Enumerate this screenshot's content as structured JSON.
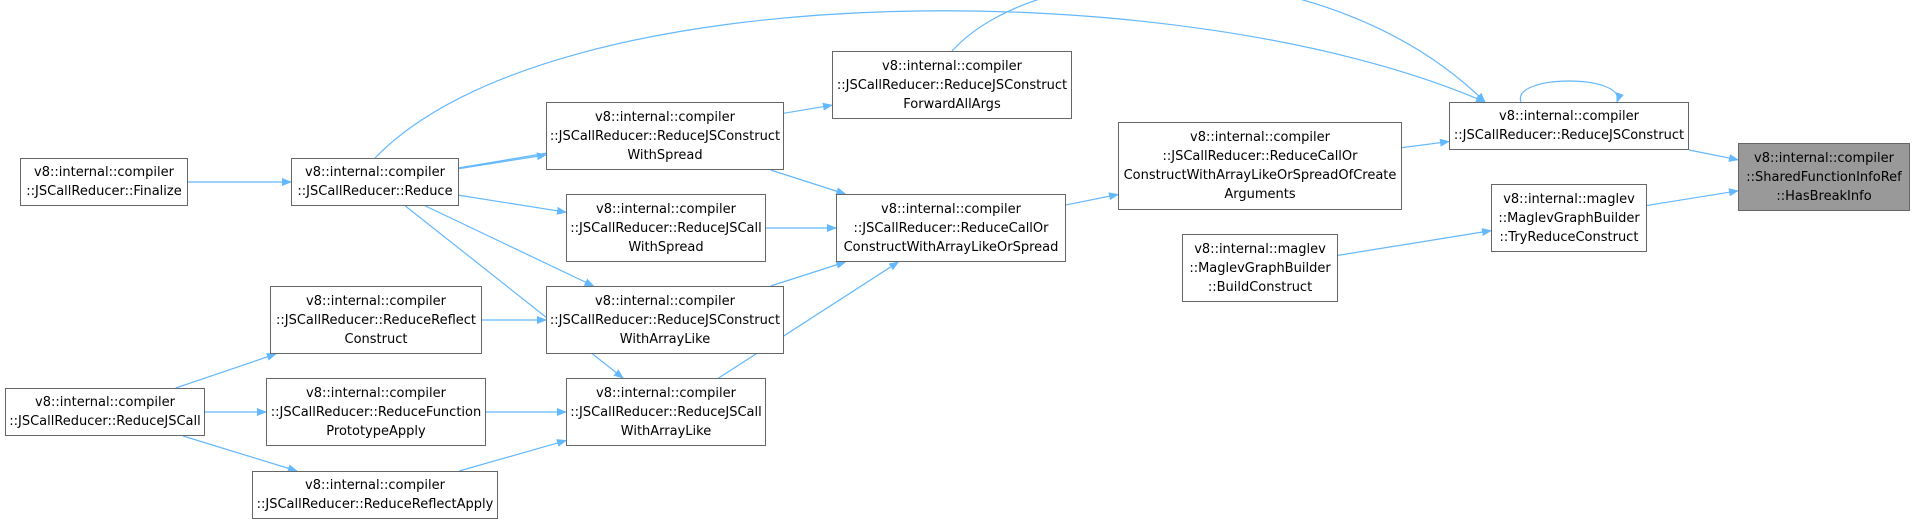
{
  "colors": {
    "edge": "#63b8ff",
    "node_border": "#666666",
    "target_fill": "#999999",
    "node_fill": "#ffffff"
  },
  "nodes": [
    {
      "id": "target",
      "lines": [
        "v8::internal::compiler",
        "::SharedFunctionInfoRef",
        "::HasBreakInfo"
      ]
    },
    {
      "id": "reduce_js_construct",
      "lines": [
        "v8::internal::compiler",
        "::JSCallReducer::ReduceJSConstruct"
      ]
    },
    {
      "id": "try_reduce_construct",
      "lines": [
        "v8::internal::maglev",
        "::MaglevGraphBuilder",
        "::TryReduceConstruct"
      ]
    },
    {
      "id": "reduce_js_construct_forward",
      "lines": [
        "v8::internal::compiler",
        "::JSCallReducer::ReduceJSConstruct",
        "ForwardAllArgs"
      ]
    },
    {
      "id": "reduce_call_or_construct_create_args",
      "lines": [
        "v8::internal::compiler",
        "::JSCallReducer::ReduceCallOr",
        "ConstructWithArrayLikeOrSpreadOfCreate",
        "Arguments"
      ]
    },
    {
      "id": "build_construct",
      "lines": [
        "v8::internal::maglev",
        "::MaglevGraphBuilder",
        "::BuildConstruct"
      ]
    },
    {
      "id": "reduce_call_or_construct_spread",
      "lines": [
        "v8::internal::compiler",
        "::JSCallReducer::ReduceCallOr",
        "ConstructWithArrayLikeOrSpread"
      ]
    },
    {
      "id": "reduce_js_construct_with_spread",
      "lines": [
        "v8::internal::compiler",
        "::JSCallReducer::ReduceJSConstruct",
        "WithSpread"
      ]
    },
    {
      "id": "reduce_js_call_with_spread",
      "lines": [
        "v8::internal::compiler",
        "::JSCallReducer::ReduceJSCall",
        "WithSpread"
      ]
    },
    {
      "id": "reduce_js_construct_with_array_like",
      "lines": [
        "v8::internal::compiler",
        "::JSCallReducer::ReduceJSConstruct",
        "WithArrayLike"
      ]
    },
    {
      "id": "reduce_js_call_with_array_like",
      "lines": [
        "v8::internal::compiler",
        "::JSCallReducer::ReduceJSCall",
        "WithArrayLike"
      ]
    },
    {
      "id": "reduce",
      "lines": [
        "v8::internal::compiler",
        "::JSCallReducer::Reduce"
      ]
    },
    {
      "id": "finalize",
      "lines": [
        "v8::internal::compiler",
        "::JSCallReducer::Finalize"
      ]
    },
    {
      "id": "reduce_reflect_construct",
      "lines": [
        "v8::internal::compiler",
        "::JSCallReducer::ReduceReflect",
        "Construct"
      ]
    },
    {
      "id": "reduce_function_prototype_apply",
      "lines": [
        "v8::internal::compiler",
        "::JSCallReducer::ReduceFunction",
        "PrototypeApply"
      ]
    },
    {
      "id": "reduce_reflect_apply",
      "lines": [
        "v8::internal::compiler",
        "::JSCallReducer::ReduceReflectApply"
      ]
    },
    {
      "id": "reduce_js_call",
      "lines": [
        "v8::internal::compiler",
        "::JSCallReducer::ReduceJSCall"
      ]
    }
  ],
  "edges": [
    {
      "from": "reduce_js_construct",
      "to": "target"
    },
    {
      "from": "try_reduce_construct",
      "to": "target"
    },
    {
      "from": "reduce_js_construct",
      "to": "reduce_js_construct"
    },
    {
      "from": "reduce_js_construct_forward",
      "to": "reduce_js_construct"
    },
    {
      "from": "reduce_call_or_construct_create_args",
      "to": "reduce_js_construct"
    },
    {
      "from": "reduce",
      "to": "reduce_js_construct"
    },
    {
      "from": "build_construct",
      "to": "try_reduce_construct"
    },
    {
      "from": "reduce",
      "to": "reduce_js_construct_forward"
    },
    {
      "from": "reduce_call_or_construct_spread",
      "to": "reduce_call_or_construct_create_args"
    },
    {
      "from": "reduce_js_construct_with_spread",
      "to": "reduce_call_or_construct_spread"
    },
    {
      "from": "reduce_js_call_with_spread",
      "to": "reduce_call_or_construct_spread"
    },
    {
      "from": "reduce_js_construct_with_array_like",
      "to": "reduce_call_or_construct_spread"
    },
    {
      "from": "reduce_js_call_with_array_like",
      "to": "reduce_call_or_construct_spread"
    },
    {
      "from": "reduce",
      "to": "reduce_js_construct_with_spread"
    },
    {
      "from": "reduce",
      "to": "reduce_js_call_with_spread"
    },
    {
      "from": "reduce",
      "to": "reduce_js_construct_with_array_like"
    },
    {
      "from": "reduce",
      "to": "reduce_js_call_with_array_like"
    },
    {
      "from": "finalize",
      "to": "reduce"
    },
    {
      "from": "reduce_reflect_construct",
      "to": "reduce_js_construct_with_array_like"
    },
    {
      "from": "reduce_function_prototype_apply",
      "to": "reduce_js_call_with_array_like"
    },
    {
      "from": "reduce_reflect_apply",
      "to": "reduce_js_call_with_array_like"
    },
    {
      "from": "reduce_js_call",
      "to": "reduce_reflect_construct"
    },
    {
      "from": "reduce_js_call",
      "to": "reduce_function_prototype_apply"
    },
    {
      "from": "reduce_js_call",
      "to": "reduce_reflect_apply"
    }
  ]
}
